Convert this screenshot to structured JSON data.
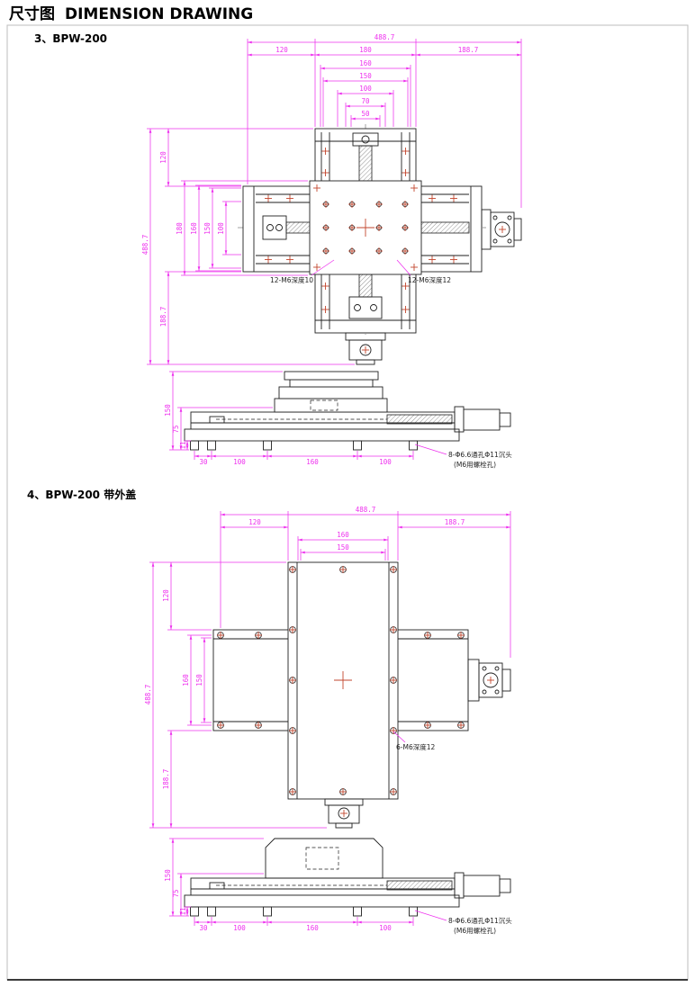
{
  "page": {
    "title_zh": "尺寸图",
    "title_en": "DIMENSION DRAWING"
  },
  "colors": {
    "dimension": "#ee30ee",
    "center_mark": "#c2462e",
    "drawing": "#1f1f1f"
  },
  "s3": {
    "heading": "3、BPW-200",
    "plan": {
      "w_overall": "488.7",
      "w120": "120",
      "w180": "180",
      "w1887": "188.7",
      "w160": "160",
      "w150": "150",
      "w100": "100",
      "w70": "70",
      "w50": "50",
      "h_overall": "488.7",
      "h120": "120",
      "h180": "180",
      "h160": "160",
      "h150": "150",
      "h100": "100",
      "h1887": "188.7",
      "callout_left": "12-M6深度10",
      "callout_right": "12-M6深度12"
    },
    "side": {
      "v150": "150",
      "v75": "75",
      "v11": "11",
      "b30": "30",
      "b100a": "100",
      "b160": "160",
      "b100b": "100",
      "callout1": "8-Φ6.6通孔Φ11沉头",
      "callout2": "(M6用螺栓孔)"
    }
  },
  "s4": {
    "heading": "4、BPW-200 带外盖",
    "plan": {
      "w_overall": "488.7",
      "w120": "120",
      "w1887": "188.7",
      "w160": "160",
      "w150": "150",
      "h_overall": "488.7",
      "h120": "120",
      "h160": "160",
      "h150": "150",
      "h1887": "188.7",
      "callout": "6-M6深度12"
    },
    "side": {
      "v150": "150",
      "v75": "75",
      "v11": "11",
      "b30": "30",
      "b100a": "100",
      "b160": "160",
      "b100b": "100",
      "callout1": "8-Φ6.6通孔Φ11沉头",
      "callout2": "(M6用螺栓孔)"
    }
  }
}
